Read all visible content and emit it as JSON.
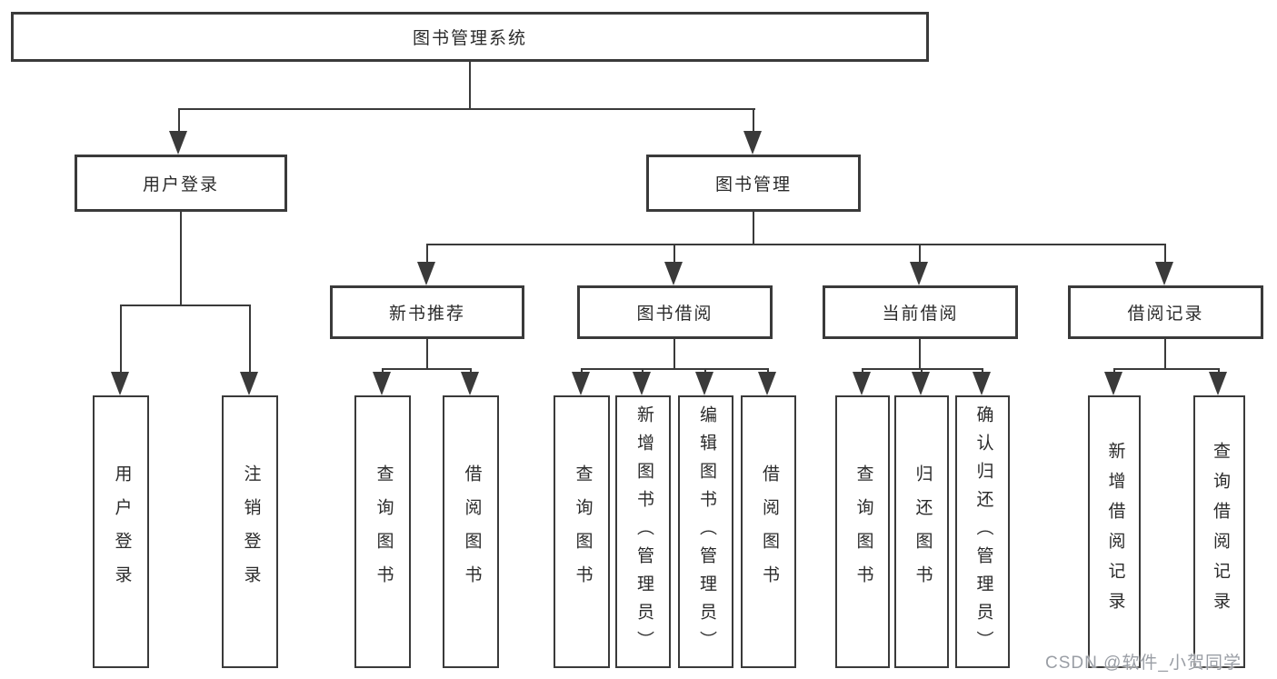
{
  "diagram": {
    "title": "图书管理系统",
    "colors": {
      "line": "#3a3a3a",
      "box_border": "#3a3a3a",
      "text": "#2b2b2b",
      "background": "#ffffff",
      "watermark": "#9a9ea5"
    },
    "nodes": {
      "root": "图书管理系统",
      "level2": [
        "用户登录",
        "图书管理"
      ],
      "level3": [
        "新书推荐",
        "图书借阅",
        "当前借阅",
        "借阅记录"
      ],
      "leaves": [
        "用户登录",
        "注销登录",
        "查询图书",
        "借阅图书",
        "查询图书",
        "新增图书（管理员）",
        "编辑图书（管理员）",
        "借阅图书",
        "查询图书",
        "归还图书",
        "确认归还（管理员）",
        "新增借阅记录",
        "查询借阅记录"
      ]
    }
  },
  "watermark": "CSDN @软件_小贺同学"
}
